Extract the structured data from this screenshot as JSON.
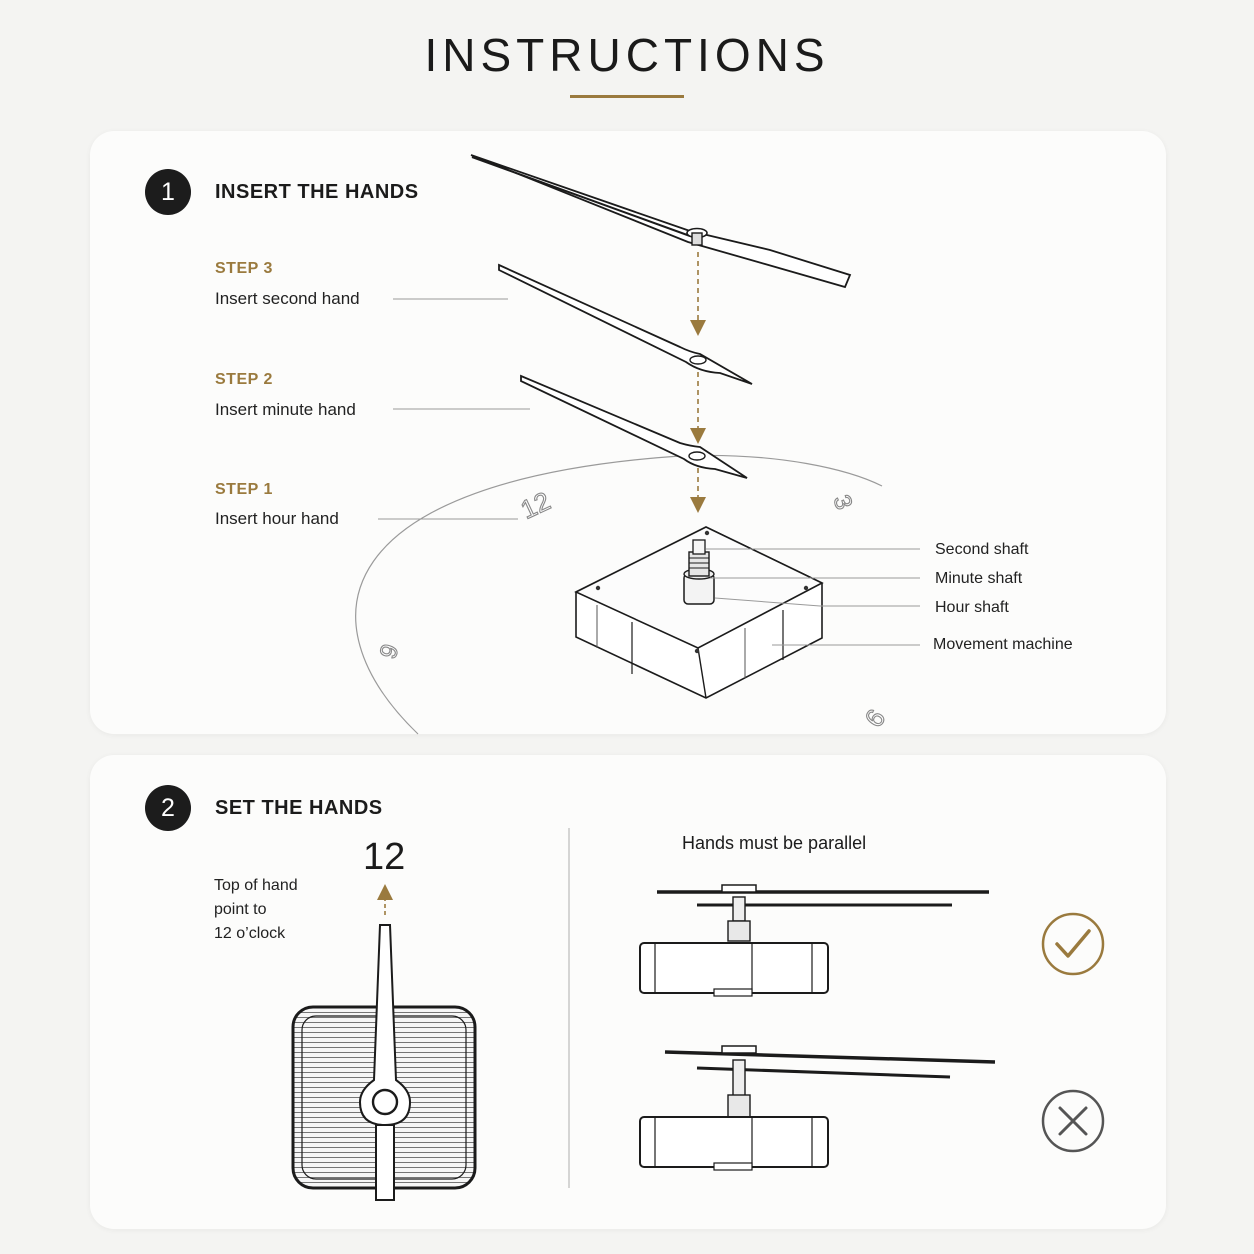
{
  "header": {
    "title": "INSTRUCTIONS"
  },
  "section1": {
    "number": "1",
    "title": "INSERT THE HANDS",
    "steps": [
      {
        "label": "STEP 3",
        "text": "Insert second hand"
      },
      {
        "label": "STEP 2",
        "text": "Insert minute hand"
      },
      {
        "label": "STEP 1",
        "text": "Insert hour hand"
      }
    ],
    "parts": [
      "Second shaft",
      "Minute shaft",
      "Hour shaft",
      "Movement machine"
    ],
    "dial_numbers": [
      "12",
      "3",
      "9",
      "6"
    ]
  },
  "section2": {
    "number": "2",
    "title": "SET THE HANDS",
    "note_lines": [
      "Top of hand",
      "point to",
      "12 o’clock"
    ],
    "twelve": "12",
    "parallel_title": "Hands must be parallel"
  },
  "colors": {
    "accent": "#9a7a3e",
    "ink": "#1b1b1b",
    "card": "#fcfcfb",
    "bad": "#555555"
  }
}
